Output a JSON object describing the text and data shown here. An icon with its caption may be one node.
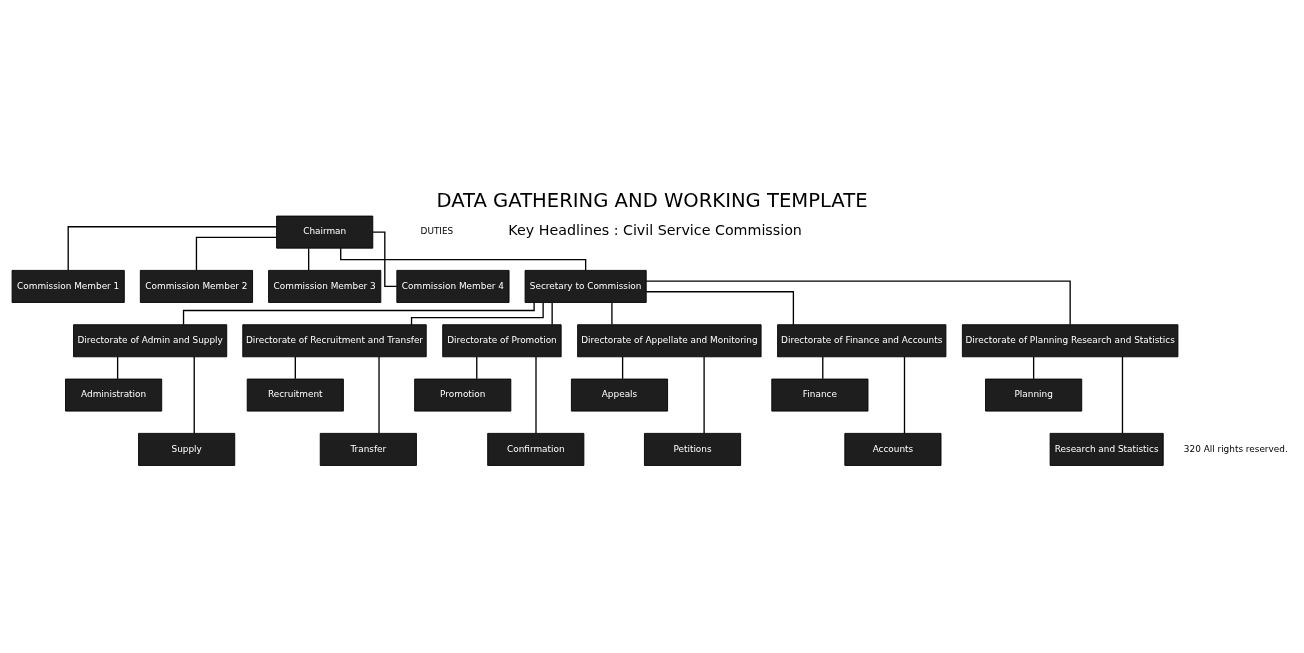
{
  "diagram": {
    "title": "DATA GATHERING AND WORKING TEMPLATE",
    "nodes": [
      {
        "text": [
          "Chairman"
        ]
      },
      {
        "text": [
          "Commission Member 1"
        ]
      },
      {
        "text": [
          "Commission Member 2"
        ]
      },
      {
        "text": [
          "Commission Member 3"
        ]
      },
      {
        "text": [
          "Commission Member 4"
        ]
      },
      {
        "text": [
          "Secretary to Commission"
        ]
      },
      {
        "text": [
          "Directorate of Admin and Supply"
        ]
      },
      {
        "text": [
          "Directorate of Recruitment and Transfer"
        ]
      },
      {
        "text": [
          "Directorate of Promotion"
        ]
      },
      {
        "text": [
          "Directorate of Appellate and Monitoring"
        ]
      },
      {
        "text": [
          "Directorate of Finance and Accounts"
        ]
      },
      {
        "text": [
          "Directorate of Planning Research and Statistics"
        ]
      },
      {
        "text": [
          "Administration"
        ]
      },
      {
        "text": [
          "Supply"
        ]
      },
      {
        "text": [
          "Recruitment"
        ]
      },
      {
        "text": [
          "Transfer"
        ]
      },
      {
        "text": [
          "Promotion"
        ]
      },
      {
        "text": [
          "Confirmation"
        ]
      },
      {
        "text": [
          "Appeals"
        ]
      },
      {
        "text": [
          "Petitions"
        ]
      },
      {
        "text": [
          "Finance"
        ]
      },
      {
        "text": [
          "Accounts"
        ]
      },
      {
        "text": [
          "Planning"
        ]
      },
      {
        "text": [
          "Research and Statistics"
        ]
      }
    ],
    "edges": [
      {
        "from": 0,
        "to": 1,
        "arrow": "none"
      },
      {
        "from": 0,
        "to": 2,
        "arrow": "none"
      },
      {
        "from": 0,
        "to": 3,
        "arrow": "none"
      },
      {
        "from": 0,
        "to": 4,
        "arrow": "none"
      },
      {
        "from": 0,
        "to": 5,
        "arrow": "none"
      },
      {
        "from": 5,
        "to": 6,
        "arrow": "none"
      },
      {
        "from": 5,
        "to": 7,
        "arrow": "none"
      },
      {
        "from": 5,
        "to": 8,
        "arrow": "none"
      },
      {
        "from": 5,
        "to": 9,
        "arrow": "none"
      },
      {
        "from": 5,
        "to": 10,
        "arrow": "none"
      },
      {
        "from": 5,
        "to": 11,
        "arrow": "none"
      },
      {
        "from": 6,
        "to": 12,
        "arrow": "none"
      },
      {
        "from": 6,
        "to": 13,
        "arrow": "none"
      },
      {
        "from": 7,
        "to": 14,
        "arrow": "none"
      },
      {
        "from": 7,
        "to": 15,
        "arrow": "none"
      },
      {
        "from": 8,
        "to": 16,
        "arrow": "none"
      },
      {
        "from": 8,
        "to": 17,
        "arrow": "none"
      },
      {
        "from": 9,
        "to": 18,
        "arrow": "none"
      },
      {
        "from": 9,
        "to": 19,
        "arrow": "none"
      },
      {
        "from": 10,
        "to": 20,
        "arrow": "none"
      },
      {
        "from": 10,
        "to": 21,
        "arrow": "none"
      },
      {
        "from": 11,
        "to": 22,
        "arrow": "none"
      },
      {
        "from": 11,
        "to": 23,
        "arrow": "none"
      }
    ],
    "labels": [
      "DUTIES",
      "Key Headlines : Civil Service Commission",
      "320 All rights reserved."
    ]
  }
}
